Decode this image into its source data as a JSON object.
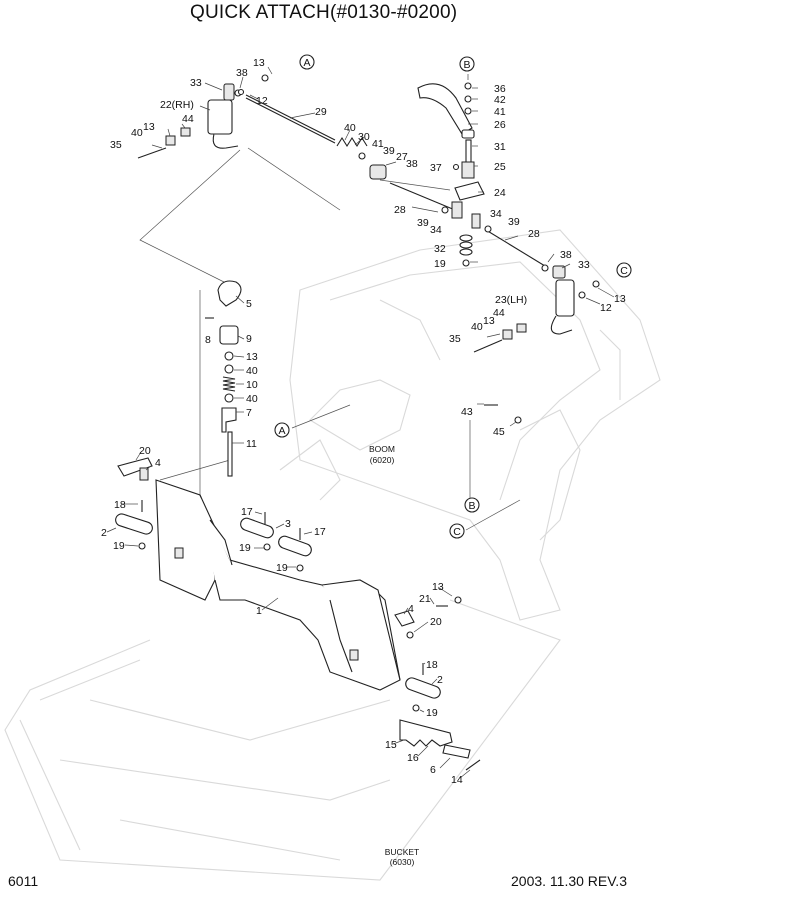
{
  "title": "QUICK ATTACH(#0130-#0200)",
  "page_number": "6011",
  "revision": "2003. 11.30  REV.3",
  "references": {
    "boom_name": "BOOM",
    "boom_code": "(6020)",
    "bucket_name": "BUCKET",
    "bucket_code": "(6030)"
  },
  "connectors": {
    "A": "A",
    "B": "B",
    "C": "C"
  },
  "part_labels": {
    "p13a": "13",
    "p38a": "38",
    "p33a": "33",
    "p12a": "12",
    "p29": "29",
    "p22": "22(RH)",
    "p44a": "44",
    "p13b": "13",
    "p40a": "40",
    "p35a": "35",
    "p40b": "40",
    "p30": "30",
    "p41a": "41",
    "p39a": "39",
    "p27": "27",
    "p38b": "38",
    "p28a": "28",
    "p36": "36",
    "p42": "42",
    "p41b": "41",
    "p26": "26",
    "p31": "31",
    "p37": "37",
    "p25": "25",
    "p24": "24",
    "p34a": "34",
    "p39b": "39",
    "p34b": "34",
    "p39c": "39",
    "p28b": "28",
    "p32": "32",
    "p19a": "19",
    "p38c": "38",
    "p33b": "33",
    "p23": "23(LH)",
    "p13c": "13",
    "p12b": "12",
    "p44b": "44",
    "p40c": "40",
    "p35b": "35",
    "p43": "43",
    "p45": "45",
    "p5": "5",
    "p8": "8",
    "p9": "9",
    "p13d": "13",
    "p40d": "40",
    "p10": "10",
    "p40e": "40",
    "p7": "7",
    "p11": "11",
    "p20a": "20",
    "p4a": "4",
    "p18a": "18",
    "p2a": "2",
    "p19b": "19",
    "p17a": "17",
    "p3": "3",
    "p17b": "17",
    "p19c": "19",
    "p19d": "19",
    "p1": "1",
    "p13e": "13",
    "p21": "21",
    "p4b": "4",
    "p20b": "20",
    "p18b": "18",
    "p2b": "2",
    "p19e": "19",
    "p15": "15",
    "p16": "16",
    "p6": "6",
    "p14": "14"
  }
}
